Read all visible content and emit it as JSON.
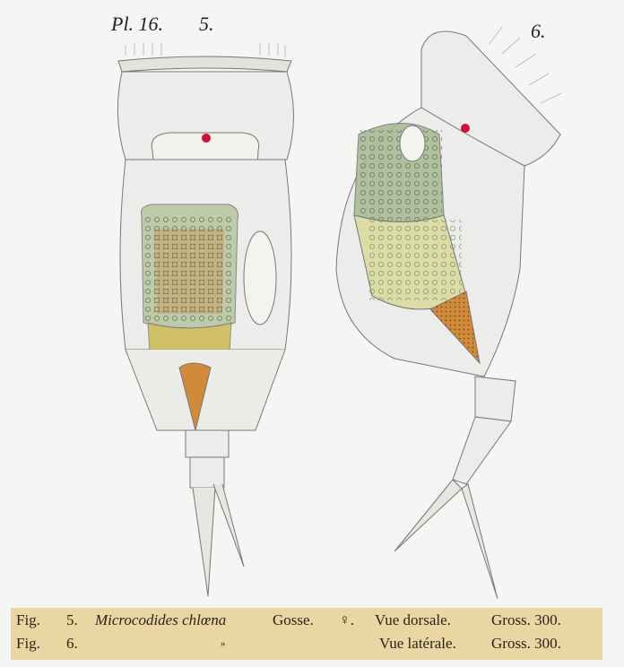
{
  "plate": {
    "label": "Pl. 16.",
    "fig5_number": "5.",
    "fig6_number": "6."
  },
  "caption": {
    "rows": [
      {
        "fig": "Fig.",
        "num": "5.",
        "species": "Microcodides chlœna",
        "author": "Gosse.",
        "sex": "♀.",
        "view": "Vue dorsale.",
        "magnification": "Gross. 300."
      },
      {
        "fig": "Fig.",
        "num": "6.",
        "ditto": "»",
        "view": "Vue latérale.",
        "magnification": "Gross. 300."
      }
    ]
  },
  "colors": {
    "caption_bg": "#e9d6a3",
    "eyespot": "#d0103a",
    "stomach": "#b7c6a0",
    "gland": "#d08a3a",
    "paper": "#f5f6f3"
  }
}
